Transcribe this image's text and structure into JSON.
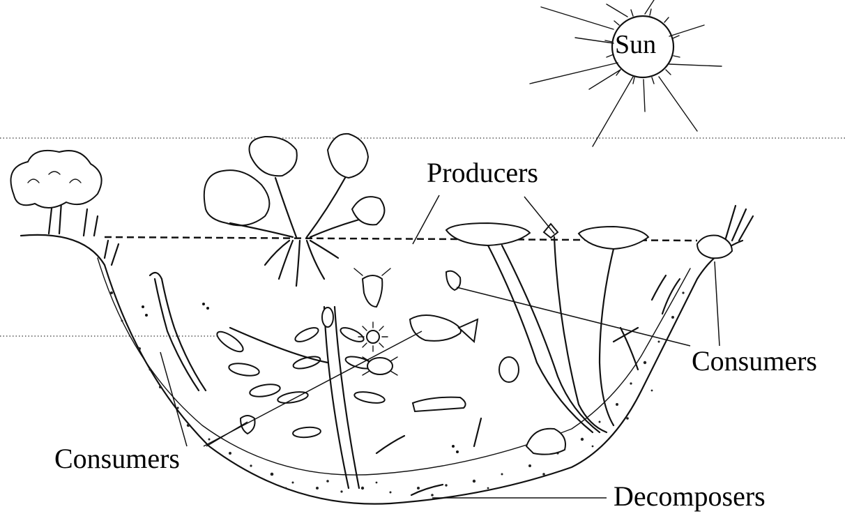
{
  "diagram": {
    "labels": {
      "sun": "Sun",
      "producers": "Producers",
      "consumers_right": "Consumers",
      "consumers_left": "Consumers",
      "decomposers": "Decomposers"
    }
  }
}
